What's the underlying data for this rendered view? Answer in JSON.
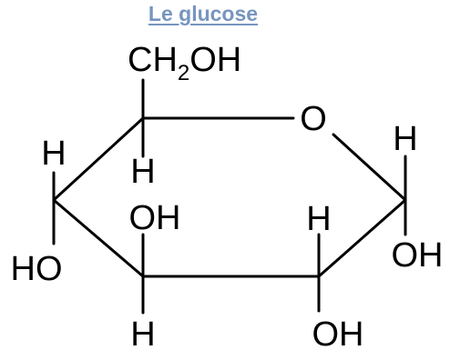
{
  "title": "Le glucose",
  "ring_oxygen": "O",
  "carbon6_group": {
    "prefix": "CH",
    "subscript": "2",
    "suffix": "OH"
  },
  "substituents": {
    "c5_h": "H",
    "c4_h": "H",
    "c4_oh": "HO",
    "c3_oh": "OH",
    "c3_h": "H",
    "c2_h": "H",
    "c2_oh": "OH",
    "c1_h": "H",
    "c1_oh": "OH"
  }
}
